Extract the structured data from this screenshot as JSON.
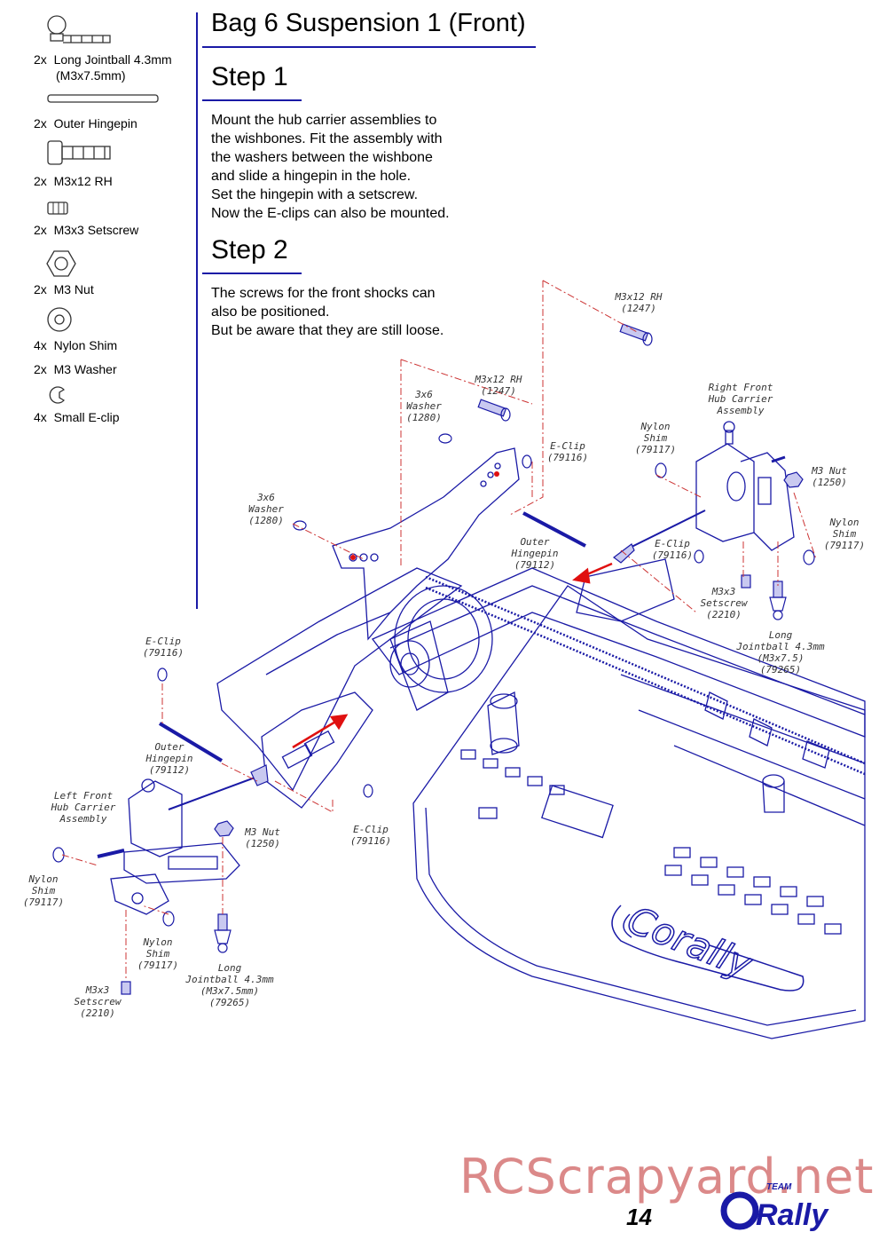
{
  "title": "Bag 6 Suspension 1 (Front)",
  "parts": [
    {
      "qty": "2x",
      "name": "Long Jointball 4.3mm",
      "name2": "(M3x7.5mm)",
      "icon": "jointball-icon"
    },
    {
      "qty": "2x",
      "name": "Outer Hingepin",
      "icon": "hingepin-icon"
    },
    {
      "qty": "2x",
      "name": "M3x12 RH",
      "icon": "screw-icon"
    },
    {
      "qty": "2x",
      "name": "M3x3 Setscrew",
      "icon": "setscrew-icon"
    },
    {
      "qty": "2x",
      "name": "M3 Nut",
      "icon": "nut-icon"
    },
    {
      "qty": "4x",
      "name": "Nylon Shim",
      "icon": "shim-icon"
    },
    {
      "qty": "2x",
      "name": "M3 Washer"
    },
    {
      "qty": "4x",
      "name": "Small E-clip",
      "icon": "eclip-icon"
    }
  ],
  "step1": {
    "heading": "Step 1",
    "text": "Mount the hub carrier assemblies to\nthe wishbones. Fit the assembly with\nthe washers between the wishbone\nand slide a hingepin in the hole.\nSet the hingepin with a setscrew.\nNow the E-clips can also be mounted."
  },
  "step2": {
    "heading": "Step 2",
    "text": "The screws for the front shocks can\nalso be positioned.\nBut be aware that they are still loose."
  },
  "labels": {
    "m3x12_top": "M3x12 RH\n(1247)",
    "m3x12_mid": "M3x12 RH\n(1247)",
    "washer_top": "3x6\nWasher\n(1280)",
    "washer_left": "3x6\nWasher\n(1280)",
    "eclip_top": "E-Clip\n(79116)",
    "outer_hingepin_right": "Outer\nHingepin\n(79112)",
    "eclip_right": "E-Clip\n(79116)",
    "nylon_shim_right_top": "Nylon\nShim\n(79117)",
    "right_hub": "Right Front\nHub Carrier\nAssembly",
    "m3nut_right": "M3 Nut\n(1250)",
    "nylon_shim_right": "Nylon\nShim\n(79117)",
    "setscrew_right": "M3x3\nSetscrew\n(2210)",
    "jointball_right": "Long\nJointball 4.3mm\n(M3x7.5)\n(79265)",
    "eclip_left_top": "E-Clip\n(79116)",
    "outer_hingepin_left": "Outer\nHingepin\n(79112)",
    "left_hub": "Left Front\nHub Carrier\nAssembly",
    "m3nut_left": "M3 Nut\n(1250)",
    "eclip_left_bottom": "E-Clip\n(79116)",
    "nylon_shim_left": "Nylon\nShim\n(79117)",
    "nylon_shim_left_bottom": "Nylon\nShim\n(79117)",
    "jointball_left": "Long\nJointball 4.3mm\n(M3x7.5mm)\n(79265)",
    "setscrew_left": "M3x3\nSetscrew\n(2210)"
  },
  "watermark": "RCScrapyard.net",
  "page_number": "14",
  "logo": {
    "team": "TEAM",
    "brand": "Orally"
  },
  "colors": {
    "line": "#1a1aa6",
    "arrow": "#e01010",
    "leader": "#cc3333"
  }
}
